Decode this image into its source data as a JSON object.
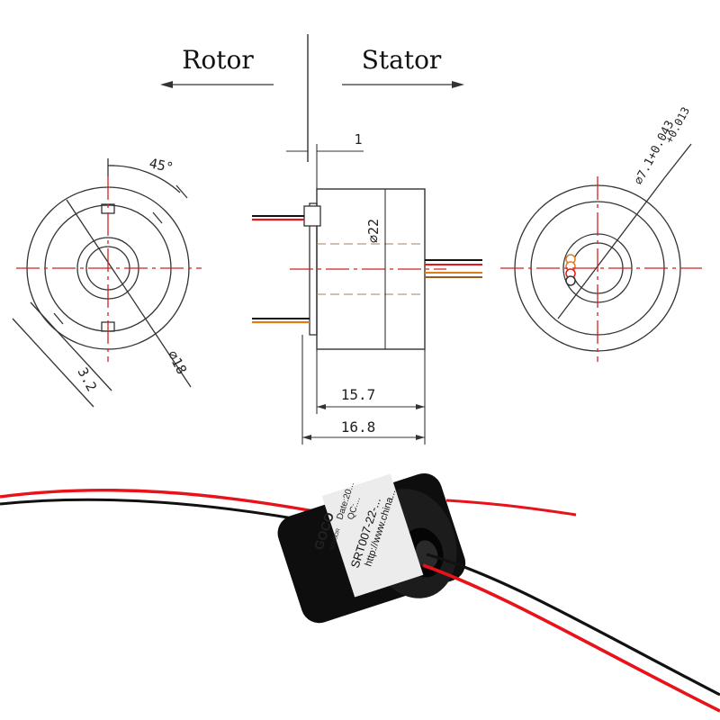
{
  "header": {
    "rotor_label": "Rotor",
    "stator_label": "Stator"
  },
  "dimensions": {
    "gap": "1",
    "angle": "45°",
    "outer_diameter": "⌀22",
    "flange_diameter": "⌀18",
    "slot_width": "3.2",
    "bore_tolerance": "⌀7.1+0.043",
    "bore_tolerance_2": "+0.013",
    "body_length": "15.7",
    "total_length": "16.8"
  },
  "product": {
    "brand": "GOCO",
    "brand_sub": "SENSOR",
    "model": "SRT007-22-...",
    "url": "http://www.china...",
    "date": "Date:20...",
    "spec": "QC:..."
  },
  "colors": {
    "centerline": "#d42020",
    "outline": "#333333",
    "wire_red": "#e8121b",
    "wire_black": "#111111",
    "body": "#0e0e0e",
    "brown": "#9c5a1b",
    "orange": "#e07b1a"
  }
}
